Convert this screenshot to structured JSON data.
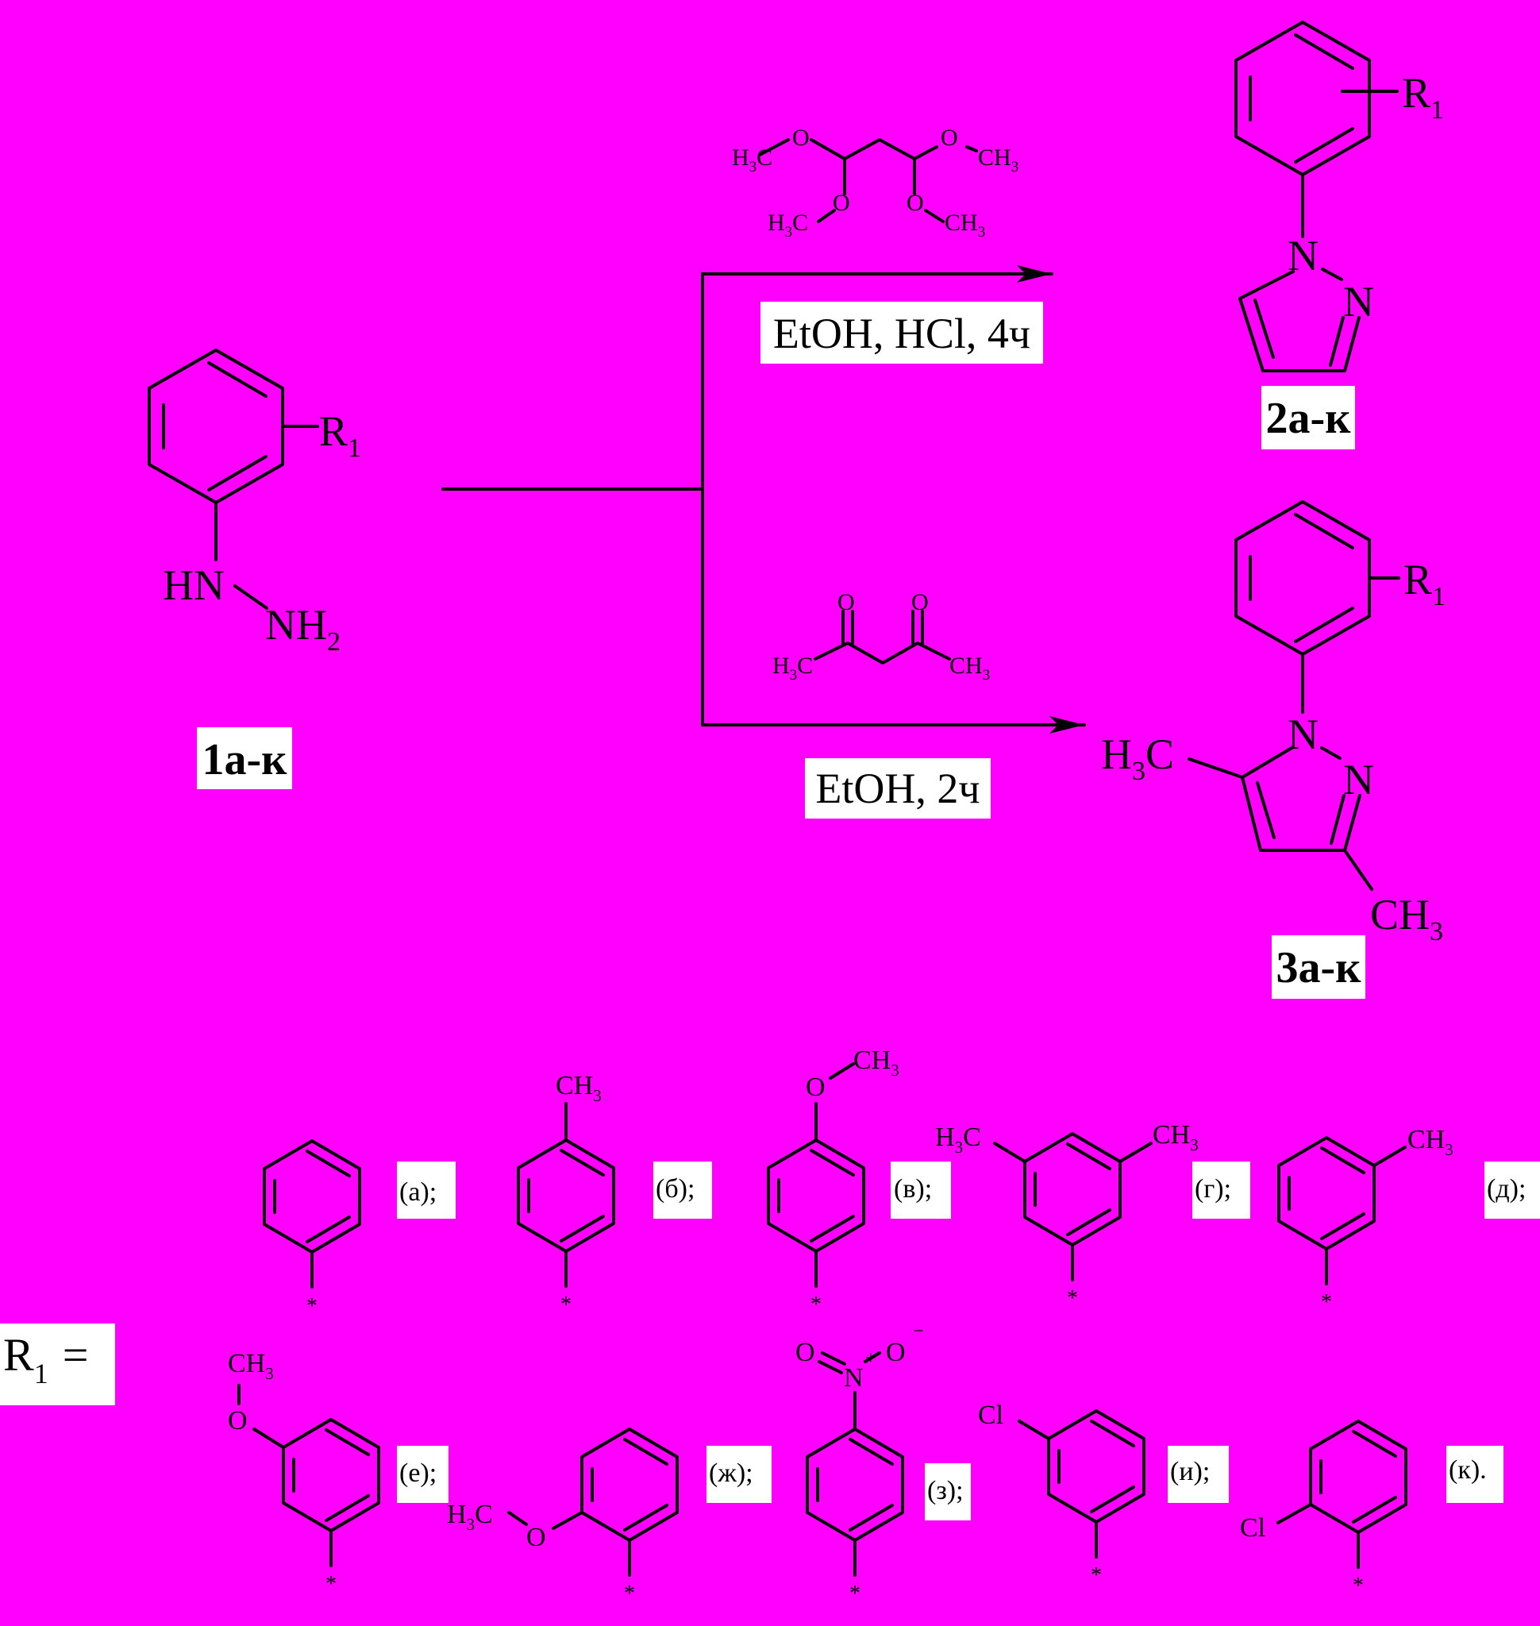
{
  "background": "#FF00FF",
  "compounds": {
    "c1": "1а-к",
    "c2": "2а-к",
    "c3": "3а-к"
  },
  "conditions": {
    "top": "EtOH, HCl, 4ч",
    "bottom": "EtOH, 2ч"
  },
  "atoms": {
    "R": "R",
    "sub1": "1",
    "sub2": "2",
    "sub3": "3",
    "HN": "HN",
    "NH": "NH",
    "N": "N",
    "O": "O",
    "Cl": "Cl",
    "H": "H",
    "C": "C",
    "CH": "CH",
    "plus": "+",
    "minus": "−",
    "star": "*",
    "equals": "="
  },
  "substituent_labels": [
    "(а);",
    "(б);",
    "(в);",
    "(г);",
    "(д);",
    "(е);",
    "(ж);",
    "(з);",
    "(и);",
    "(к)."
  ]
}
